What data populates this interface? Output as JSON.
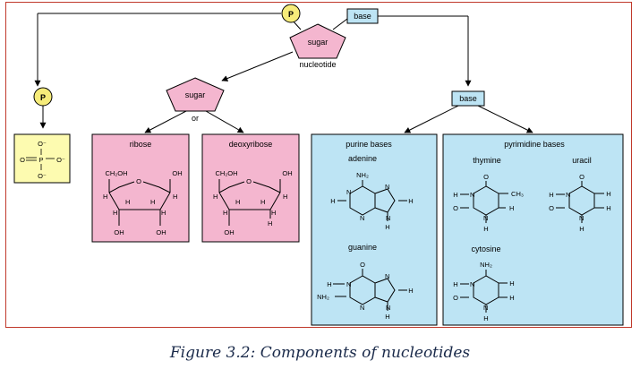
{
  "top": {
    "phosphate": "P",
    "base": "base",
    "sugar": "sugar",
    "nucleotide": "nucleotide"
  },
  "left_phosphate": {
    "label": "P",
    "o_top": "O⁻",
    "o_left": "O",
    "p": "P",
    "o_right": "O⁻",
    "o_bottom": "O⁻"
  },
  "sugar_branch": {
    "label": "sugar",
    "or": "or",
    "ribose": {
      "title": "ribose",
      "ch2oh": "CH₂OH",
      "o": "O",
      "oh": "OH",
      "h": "H",
      "oh_bottom_left": "OH",
      "oh_bottom_right": "OH"
    },
    "deoxyribose": {
      "title": "deoxyribose",
      "ch2oh": "CH₂OH",
      "o": "O",
      "oh": "OH",
      "h": "H",
      "oh_bottom": "OH"
    }
  },
  "base_branch": {
    "label": "base",
    "purine": {
      "title": "purine bases",
      "adenine": "adenine",
      "guanine": "guanine",
      "nh2": "NH₂",
      "n": "N",
      "h": "H",
      "o": "O"
    },
    "pyrimidine": {
      "title": "pyrimidine bases",
      "thymine": "thymine",
      "uracil": "uracil",
      "cytosine": "cytosine",
      "ch3": "CH₃",
      "nh2": "NH₂",
      "n": "N",
      "h": "H",
      "o": "O"
    }
  },
  "caption": "Figure 3.2: Components of nucleotides",
  "colors": {
    "frame": "#c0392b",
    "sugar_pink": "#f4b6cf",
    "base_blue": "#bde4f4",
    "phosphate_yellow": "#fdfbb0",
    "p_circle": "#f6ec7a"
  }
}
